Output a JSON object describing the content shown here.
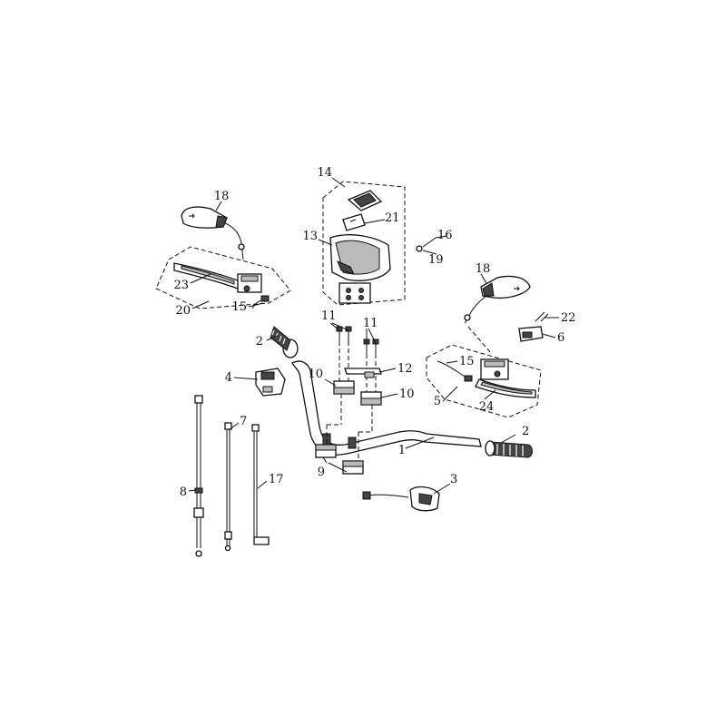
{
  "diagram": {
    "callouts": [
      {
        "id": "c1",
        "label": "1"
      },
      {
        "id": "c2a",
        "label": "2"
      },
      {
        "id": "c2b",
        "label": "2"
      },
      {
        "id": "c3",
        "label": "3"
      },
      {
        "id": "c4",
        "label": "4"
      },
      {
        "id": "c5",
        "label": "5"
      },
      {
        "id": "c6",
        "label": "6"
      },
      {
        "id": "c7",
        "label": "7"
      },
      {
        "id": "c8",
        "label": "8"
      },
      {
        "id": "c9",
        "label": "9"
      },
      {
        "id": "c10a",
        "label": "10"
      },
      {
        "id": "c10b",
        "label": "10"
      },
      {
        "id": "c11a",
        "label": "11"
      },
      {
        "id": "c11b",
        "label": "11"
      },
      {
        "id": "c12",
        "label": "12"
      },
      {
        "id": "c13",
        "label": "13"
      },
      {
        "id": "c14",
        "label": "14"
      },
      {
        "id": "c15a",
        "label": "15"
      },
      {
        "id": "c15b",
        "label": "15"
      },
      {
        "id": "c16",
        "label": "16"
      },
      {
        "id": "c17",
        "label": "17"
      },
      {
        "id": "c18a",
        "label": "18"
      },
      {
        "id": "c18b",
        "label": "18"
      },
      {
        "id": "c19",
        "label": "19"
      },
      {
        "id": "c20",
        "label": "20"
      },
      {
        "id": "c21",
        "label": "21"
      },
      {
        "id": "c22",
        "label": "22"
      },
      {
        "id": "c23",
        "label": "23"
      },
      {
        "id": "c24",
        "label": "24"
      }
    ]
  }
}
